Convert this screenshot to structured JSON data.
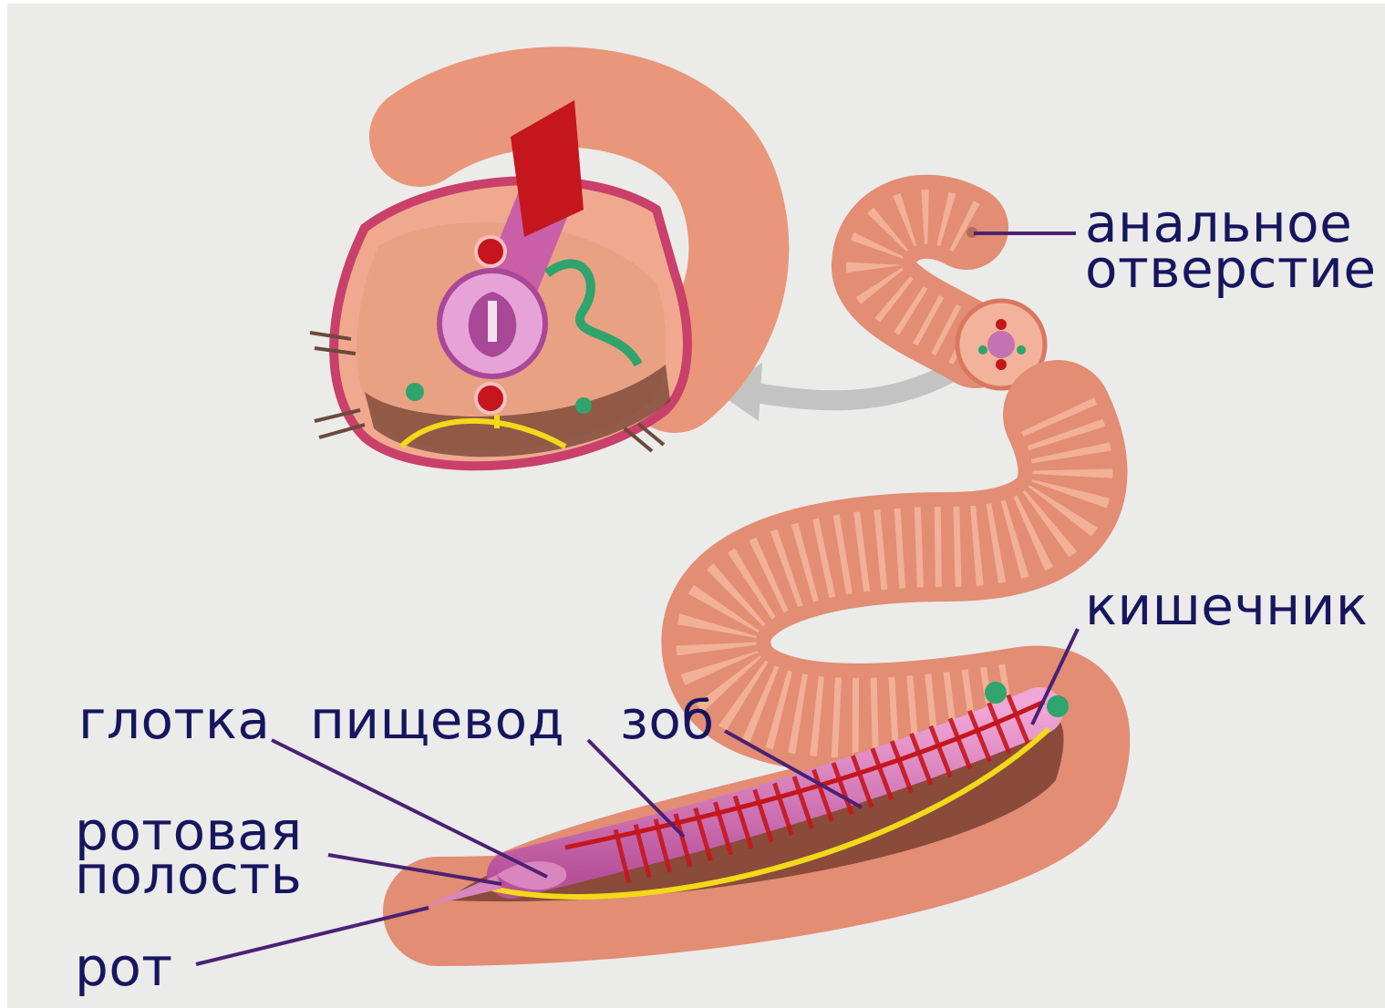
{
  "colors": {
    "background": "#ebebea",
    "label_text": "#16155e",
    "leader_line": "#4b2173",
    "body": "#e9967a",
    "gut": "#d06aa8",
    "vessel": "#c4161c",
    "nerve": "#f2d91a",
    "nephridia": "#2fa46c"
  },
  "labels": {
    "anal_line1": "анальное",
    "anal_line2": "отверстие",
    "intestine": "кишечник",
    "pharynx": "глотка",
    "esophagus": "пищевод",
    "crop": "зоб",
    "oral_line1": "ротовая",
    "oral_line2": "полость",
    "mouth": "рот"
  }
}
